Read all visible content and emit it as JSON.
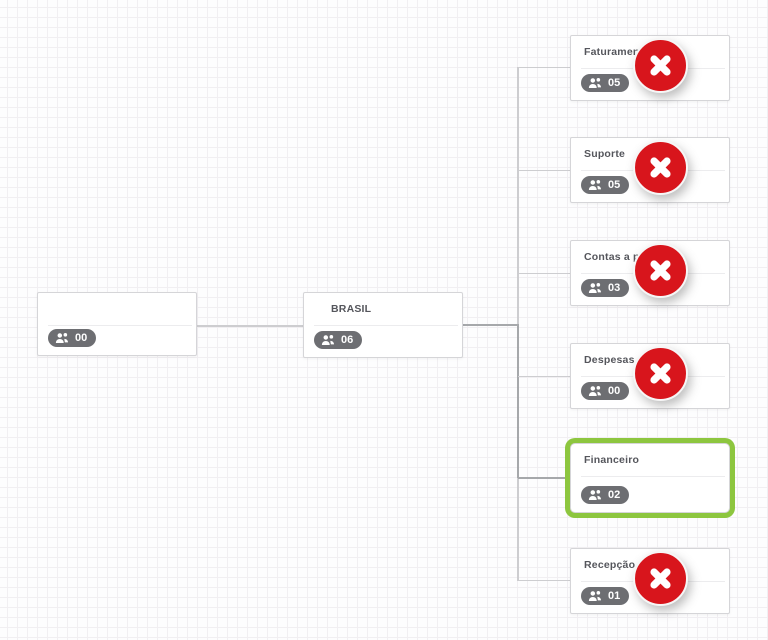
{
  "diagram": {
    "type": "organizational-chart",
    "selected_node": "Financeiro",
    "nodes": [
      {
        "title": "",
        "count": "00",
        "role": "root",
        "deletable": false,
        "selected": false
      },
      {
        "title": "BRASIL",
        "count": "06",
        "role": "parent",
        "deletable": false,
        "selected": false
      },
      {
        "title": "Faturamento",
        "count": "05",
        "role": "child",
        "deletable": true,
        "selected": false
      },
      {
        "title": "Suporte",
        "count": "05",
        "role": "child",
        "deletable": true,
        "selected": false
      },
      {
        "title": "Contas a pagar",
        "count": "03",
        "role": "child",
        "deletable": true,
        "selected": false
      },
      {
        "title": "Despesas",
        "count": "00",
        "role": "child",
        "deletable": true,
        "selected": false
      },
      {
        "title": "Financeiro",
        "count": "02",
        "role": "child",
        "deletable": false,
        "selected": true
      },
      {
        "title": "Recepção",
        "count": "01",
        "role": "child",
        "deletable": true,
        "selected": false
      }
    ],
    "icons": {
      "badge_icon": "users-group-icon",
      "delete_icon": "x-icon"
    },
    "colors": {
      "delete_red": "#d8151c",
      "selected_green": "#8dc63f",
      "badge_background": "#6d6e72",
      "node_border": "#d5d5d8",
      "connector": "#cdcdd0",
      "connector_active": "#a6a8ab",
      "title_text": "#55565c",
      "grid_line": "#f1eff2"
    }
  }
}
